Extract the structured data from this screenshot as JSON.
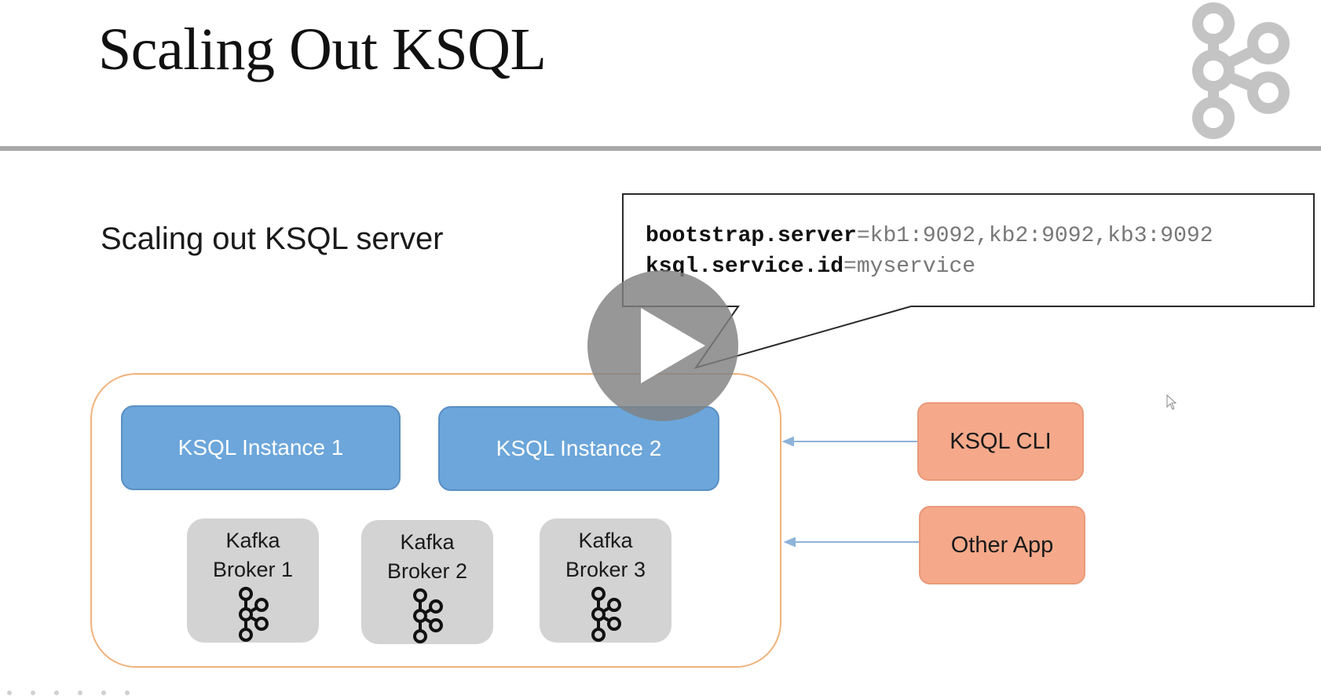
{
  "slide": {
    "title": "Scaling Out KSQL",
    "subtitle": "Scaling out KSQL server"
  },
  "config": {
    "line1_key": "bootstrap.server",
    "line1_value": "=kb1:9092,kb2:9092,kb3:9092",
    "line2_key": "ksql.service.id",
    "line2_value": "=myservice"
  },
  "cluster": {
    "instances": [
      "KSQL Instance 1",
      "KSQL Instance 2"
    ],
    "brokers": [
      {
        "line1": "Kafka",
        "line2": "Broker 1"
      },
      {
        "line1": "Kafka",
        "line2": "Broker 2"
      },
      {
        "line1": "Kafka",
        "line2": "Broker 3"
      }
    ]
  },
  "clients": [
    "KSQL CLI",
    "Other App"
  ],
  "icons": {
    "logo": "kafka-logo-icon",
    "broker": "kafka-logo-icon",
    "play": "play-icon",
    "cursor": "mouse-cursor-icon"
  },
  "colors": {
    "instance_fill": "#6ca6da",
    "broker_fill": "#d3d3d3",
    "client_fill": "#f5a98a",
    "cluster_border": "#f0b27a",
    "arrow": "#8fb3d9"
  }
}
